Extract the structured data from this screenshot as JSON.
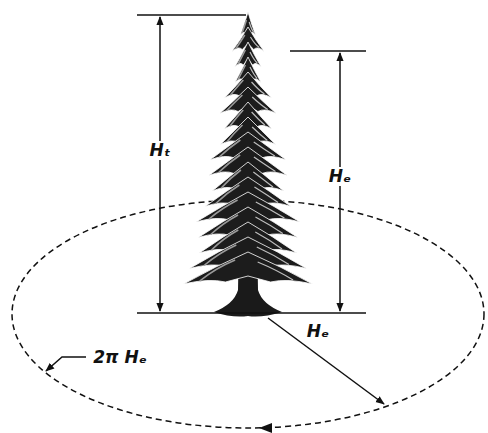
{
  "diagram": {
    "labels": [
      "Hₜ",
      "Hₑ",
      "2π Hₑ",
      "Hₑ"
    ]
  }
}
